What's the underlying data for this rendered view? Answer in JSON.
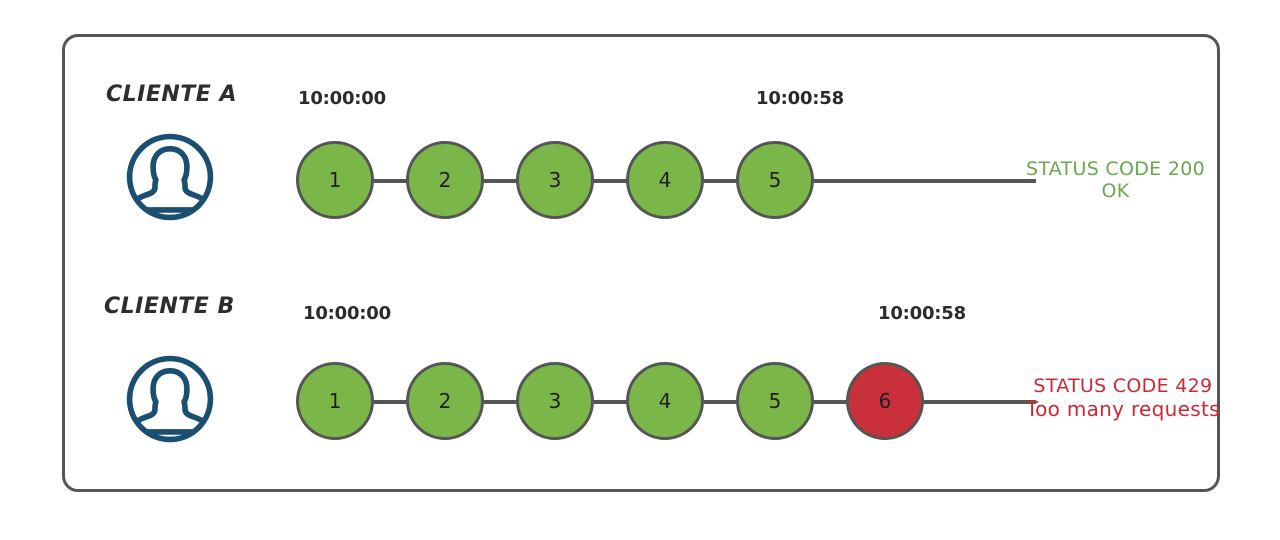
{
  "diagram": {
    "title_hidden": "",
    "frame": {
      "border_color": "#555555"
    },
    "colors": {
      "node_ok": "#7ab648",
      "node_error": "#c9303a",
      "node_stroke": "#555555",
      "connector": "#555555",
      "avatar": "#1b4f72",
      "status_ok_text": "#6aa84f",
      "status_error_text": "#cc2936",
      "label_text": "#2e2e2e",
      "timestamp_text": "#2b2b2b",
      "background": "#ffffff"
    },
    "rows": [
      {
        "id": "cliente-a",
        "label": "CLIENTE A",
        "avatar_icon": "user-avatar-icon",
        "start_timestamp": "10:00:00",
        "end_timestamp": "10:00:58",
        "nodes": [
          {
            "label": "1",
            "state": "ok"
          },
          {
            "label": "2",
            "state": "ok"
          },
          {
            "label": "3",
            "state": "ok"
          },
          {
            "label": "4",
            "state": "ok"
          },
          {
            "label": "5",
            "state": "ok"
          }
        ],
        "status": {
          "line1": "STATUS CODE 200",
          "line2": "OK",
          "state": "ok"
        }
      },
      {
        "id": "cliente-b",
        "label": "CLIENTE B",
        "avatar_icon": "user-avatar-icon",
        "start_timestamp": "10:00:00",
        "end_timestamp": "10:00:58",
        "nodes": [
          {
            "label": "1",
            "state": "ok"
          },
          {
            "label": "2",
            "state": "ok"
          },
          {
            "label": "3",
            "state": "ok"
          },
          {
            "label": "4",
            "state": "ok"
          },
          {
            "label": "5",
            "state": "ok"
          },
          {
            "label": "6",
            "state": "error"
          }
        ],
        "status": {
          "line1": "STATUS CODE 429",
          "line2": "Too many requests",
          "state": "error"
        }
      }
    ]
  }
}
